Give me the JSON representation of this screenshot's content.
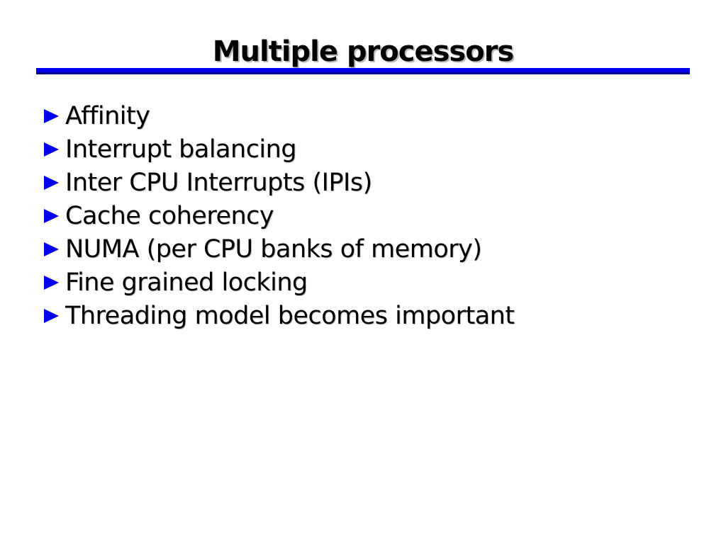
{
  "slide": {
    "title": "Multiple processors",
    "bullet_items": [
      "Affinity",
      "Interrupt balancing",
      "Inter CPU Interrupts (IPIs)",
      "Cache coherency",
      "NUMA (per CPU banks of memory)",
      "Fine grained locking",
      "Threading model becomes important"
    ],
    "bullet_icon": "triangle-right-icon",
    "colors": {
      "accent": "#0000ee",
      "rule_shadow": "#000090",
      "text": "#000000",
      "background": "#ffffff"
    }
  }
}
